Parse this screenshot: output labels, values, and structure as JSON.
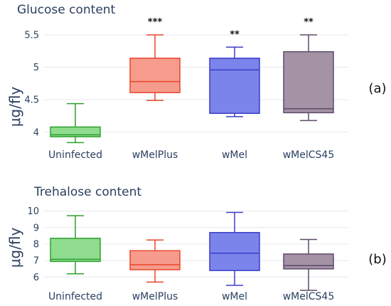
{
  "chart_data": [
    {
      "type": "box",
      "title": "Glucose content",
      "ylabel": "μg/fly",
      "panel_label": "(a)",
      "ylim": [
        3.8,
        5.62
      ],
      "yticks": [
        "4",
        "4.5",
        "5",
        "5.5"
      ],
      "grid": true,
      "categories": [
        "Uninfected",
        "wMelPlus",
        "wMel",
        "wMelCS45"
      ],
      "boxes": [
        {
          "min": 3.84,
          "q1": 3.93,
          "median": 3.96,
          "q3": 4.08,
          "max": 4.44,
          "significance": ""
        },
        {
          "min": 4.49,
          "q1": 4.61,
          "median": 4.78,
          "q3": 5.14,
          "max": 5.5,
          "significance": "***"
        },
        {
          "min": 4.24,
          "q1": 4.29,
          "median": 4.96,
          "q3": 5.14,
          "max": 5.31,
          "significance": "**"
        },
        {
          "min": 4.18,
          "q1": 4.3,
          "median": 4.36,
          "q3": 5.24,
          "max": 5.5,
          "significance": "**"
        }
      ]
    },
    {
      "type": "box",
      "title": "Trehalose content",
      "ylabel": "μg/fly",
      "panel_label": "(b)",
      "ylim": [
        5.2,
        10.5
      ],
      "yticks": [
        "6",
        "7",
        "8",
        "9",
        "10"
      ],
      "grid": true,
      "categories": [
        "Uninfected",
        "wMelPlus",
        "wMel",
        "wMelCS45"
      ],
      "boxes": [
        {
          "min": 6.2,
          "q1": 6.95,
          "median": 7.08,
          "q3": 8.35,
          "max": 9.72
        },
        {
          "min": 5.7,
          "q1": 6.45,
          "median": 6.75,
          "q3": 7.6,
          "max": 8.25
        },
        {
          "min": 5.5,
          "q1": 6.4,
          "median": 7.45,
          "q3": 8.7,
          "max": 9.92
        },
        {
          "min": 5.2,
          "q1": 6.5,
          "median": 6.7,
          "q3": 7.4,
          "max": 8.28
        }
      ]
    }
  ],
  "colors": {
    "series": [
      "#2ca02c",
      "#e8452c",
      "#3a3fc8",
      "#5e4a6b"
    ],
    "fills": [
      "#8fdc8f",
      "#f79c8c",
      "#7b84ea",
      "#a393a5"
    ],
    "grid": "#e5e8ee",
    "text": "#2a3f5f"
  }
}
